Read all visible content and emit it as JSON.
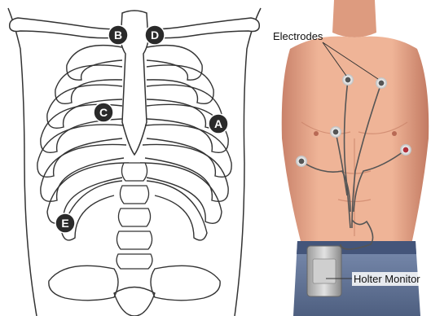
{
  "rib_diagram": {
    "markers": [
      {
        "id": "a",
        "label": "A"
      },
      {
        "id": "b",
        "label": "B"
      },
      {
        "id": "c",
        "label": "C"
      },
      {
        "id": "d",
        "label": "D"
      },
      {
        "id": "e",
        "label": "E"
      }
    ]
  },
  "holter_photo": {
    "electrodes_label": "Electrodes",
    "monitor_label": "Holter Monitor"
  },
  "colors": {
    "marker_fill": "#2a2a2a",
    "skin": "#e9a98c",
    "jeans": "#5c6f8f",
    "outline": "#333333"
  }
}
